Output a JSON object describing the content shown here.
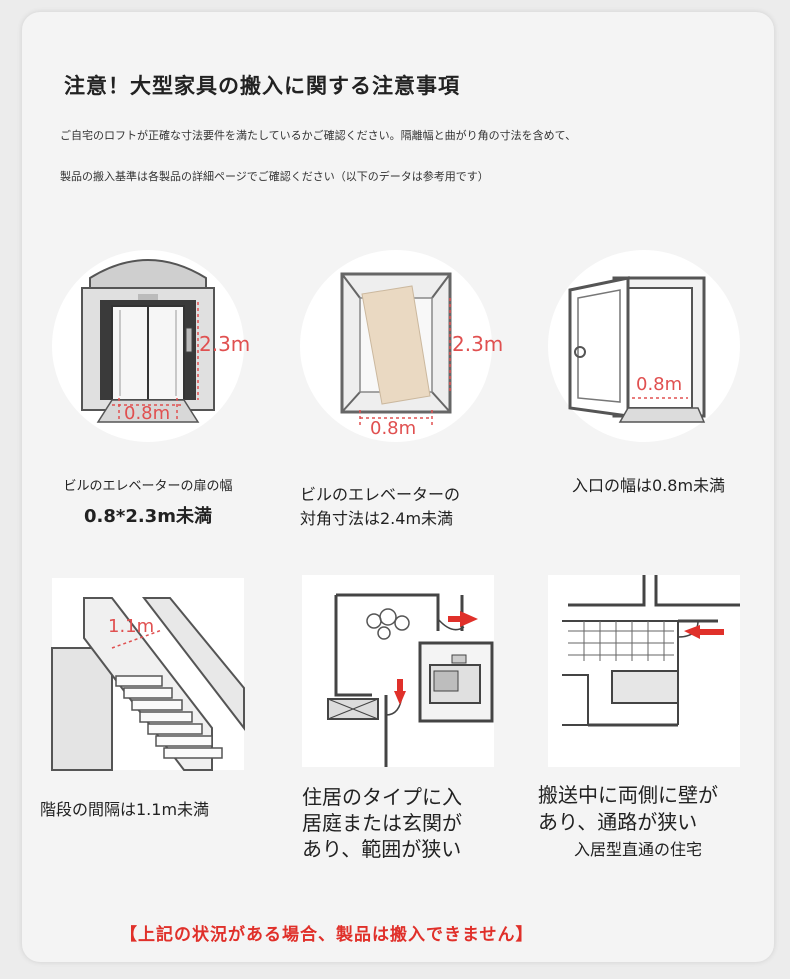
{
  "header": {
    "title": "注意！大型家具の搬入に関する注意事項",
    "intro_line1": "ご自宅のロフトが正確な寸法要件を満たしているかご確認ください。隔離幅と曲がり角の寸法を含めて、",
    "intro_line2": "製品の搬入基準は各製品の詳細ページでご確認ください（以下のデータは参考用です）"
  },
  "items": [
    {
      "dim_height": "2.3m",
      "dim_width": "0.8m",
      "caption": [
        "ビルのエレベーターの扉の幅",
        "0.8*2.3m未満"
      ]
    },
    {
      "dim_height": "2.3m",
      "dim_width": "0.8m",
      "caption": [
        "ビルのエレベーターの",
        "対角寸法は2.4m未満"
      ]
    },
    {
      "dim_width": "0.8m",
      "caption": [
        "入口の幅は0.8m未満"
      ]
    },
    {
      "dim_width": "1.1m",
      "caption": [
        "階段の間隔は1.1m未満"
      ]
    },
    {
      "caption": [
        "住居のタイプに入",
        "居庭または玄関が",
        "あり、範囲が狭い"
      ]
    },
    {
      "caption": [
        "搬送中に両側に壁が",
        "あり、通路が狭い",
        "入居型直通の住宅"
      ]
    }
  ],
  "footer": {
    "warning": "【上記の状況がある場合、製品は搬入できません】"
  },
  "colors": {
    "accent_red": "#e0302a",
    "dimension_red": "#e05050"
  }
}
